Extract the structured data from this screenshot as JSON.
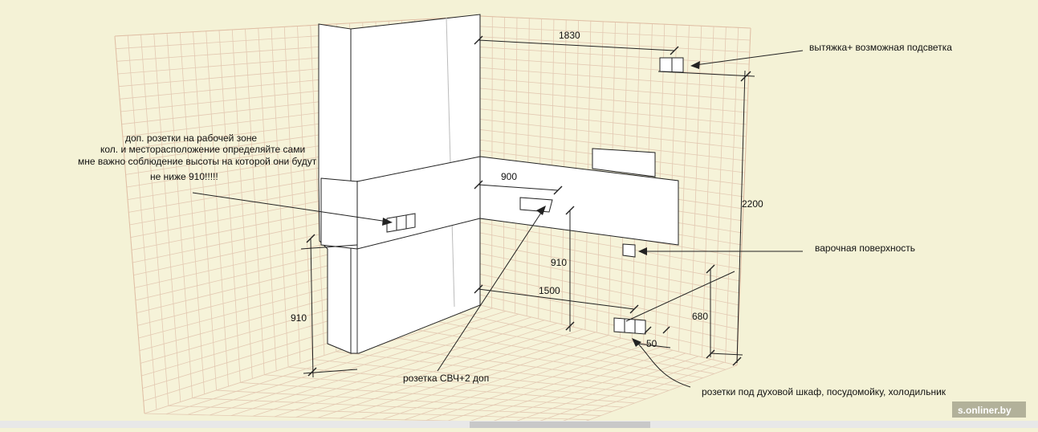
{
  "labels": {
    "hood": "вытяжка+ возможная подсветка",
    "work_zone_line1": "доп. розетки на рабочей зоне",
    "work_zone_line2": "кол. и месторасположение определяйте сами",
    "work_zone_line3": "мне важно соблюдение высоты на которой они будут",
    "work_zone_line4": "не  ниже 910!!!!!",
    "hob": "варочная поверхность",
    "microwave": "розетка СВЧ+2 доп",
    "appliances": "розетки под духовой шкаф, посудомойку, холодильник"
  },
  "dimensions": {
    "d1830": "1830",
    "d2200": "2200",
    "d900": "900",
    "d910_mid": "910",
    "d1500": "1500",
    "d680": "680",
    "d50": "50",
    "d910_left": "910"
  },
  "watermark": "s.onliner.by",
  "colors": {
    "background": "#f4f2d6",
    "grid": "#e3c9b2",
    "line": "#222222",
    "box_fill": "#ffffff"
  }
}
